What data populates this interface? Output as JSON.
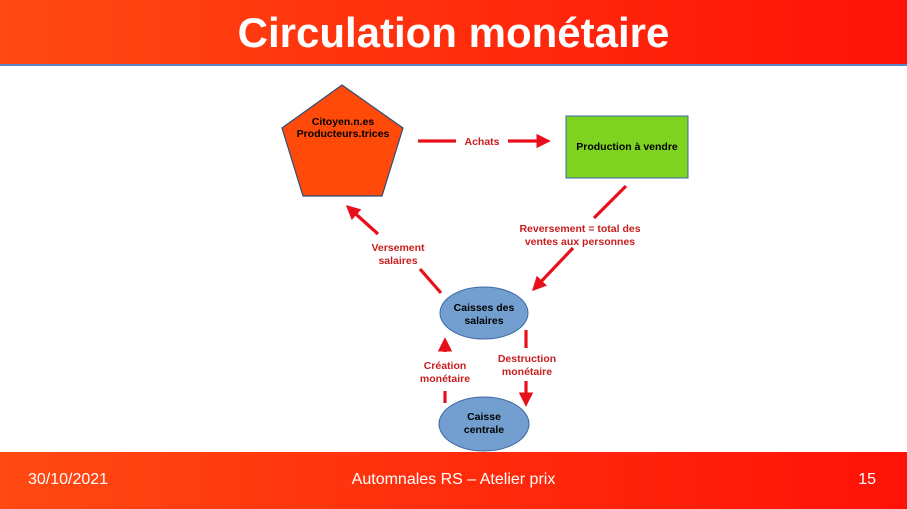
{
  "slide": {
    "title": "Circulation monétaire",
    "footer": {
      "date": "30/10/2021",
      "center": "Automnales RS – Atelier prix",
      "page": "15"
    }
  },
  "diagram": {
    "nodes": {
      "citoyens": {
        "line1": "Citoyen.n.es",
        "line2": "Producteurs.trices",
        "color": "#ff4a0a"
      },
      "production": {
        "label": "Production à vendre",
        "color": "#7ed321"
      },
      "caisses_salaires": {
        "line1": "Caisses des",
        "line2": "salaires",
        "color": "#729fcf"
      },
      "caisse_centrale": {
        "line1": "Caisse",
        "line2": "centrale",
        "color": "#729fcf"
      }
    },
    "edges": {
      "achats": "Achats",
      "reversement": {
        "line1": "Reversement = total des",
        "line2": "ventes aux personnes"
      },
      "versement": {
        "line1": "Versement",
        "line2": "salaires"
      },
      "creation": {
        "line1": "Création",
        "line2": "monétaire"
      },
      "destruction": {
        "line1": "Destruction",
        "line2": "monétaire"
      }
    },
    "colors": {
      "arrow": "#e8101a",
      "edge_label": "#c81e1e",
      "header": "#ff2a0c"
    }
  }
}
